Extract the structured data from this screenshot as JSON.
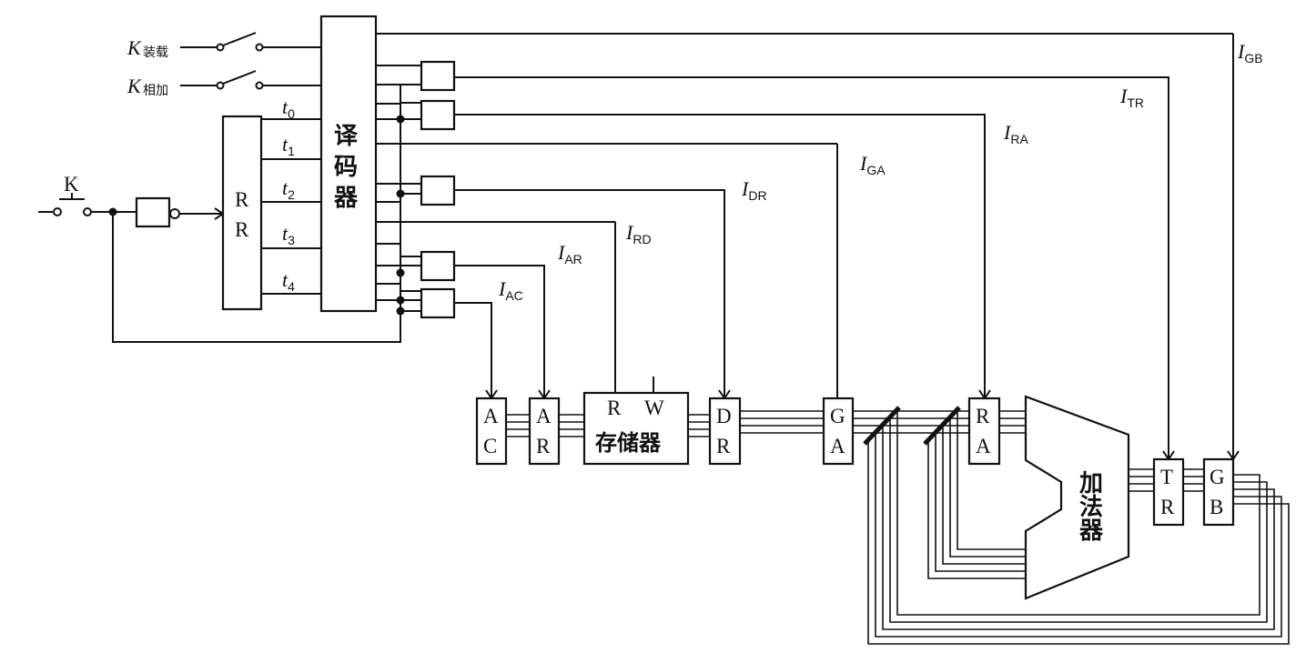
{
  "switch_labels": {
    "k_load_main": "K",
    "k_load_sub": "装载",
    "k_add_main": "K",
    "k_add_sub": "相加",
    "k_pulse": "K"
  },
  "ring_register": {
    "line1": "R",
    "line2": "R"
  },
  "ring_outputs": [
    {
      "main": "t",
      "sub": "0"
    },
    {
      "main": "t",
      "sub": "1"
    },
    {
      "main": "t",
      "sub": "2"
    },
    {
      "main": "t",
      "sub": "3"
    },
    {
      "main": "t",
      "sub": "4"
    }
  ],
  "decoder": {
    "c1": "译",
    "c2": "码",
    "c3": "器"
  },
  "control_signals": {
    "gb": {
      "main": "I",
      "sub": "GB"
    },
    "tr": {
      "main": "I",
      "sub": "TR"
    },
    "ra": {
      "main": "I",
      "sub": "RA"
    },
    "ga": {
      "main": "I",
      "sub": "GA"
    },
    "dr": {
      "main": "I",
      "sub": "DR"
    },
    "rd": {
      "main": "I",
      "sub": "RD"
    },
    "ar": {
      "main": "I",
      "sub": "AR"
    },
    "ac": {
      "main": "I",
      "sub": "AC"
    }
  },
  "registers": {
    "ac": {
      "l1": "A",
      "l2": "C"
    },
    "ar": {
      "l1": "A",
      "l2": "R"
    },
    "dr": {
      "l1": "D",
      "l2": "R"
    },
    "ga": {
      "l1": "G",
      "l2": "A"
    },
    "ra": {
      "l1": "R",
      "l2": "A"
    },
    "tr": {
      "l1": "T",
      "l2": "R"
    },
    "gb": {
      "l1": "G",
      "l2": "B"
    }
  },
  "memory": {
    "read": "R",
    "write": "W",
    "name": "存储器"
  },
  "adder": {
    "c1": "加",
    "c2": "法",
    "c3": "器"
  }
}
